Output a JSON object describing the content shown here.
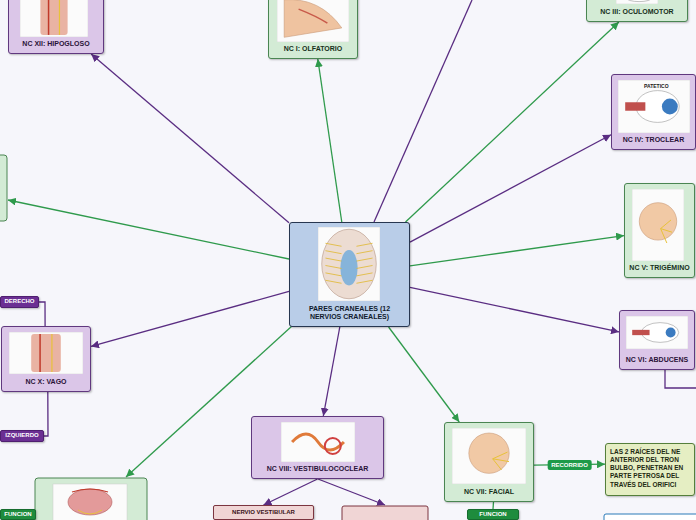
{
  "diagram": {
    "nodes": [
      {
        "text": [
          "NC XII: HIPOGLOSO"
        ]
      },
      {
        "text": [
          "NC I: OLFATORIO"
        ]
      },
      {
        "text": [
          "NC III: OCULOMOTOR"
        ]
      },
      {
        "text": [
          "NC IV: TROCLEAR"
        ]
      },
      {
        "text": [
          "NC V: TRIGÉMINO"
        ]
      },
      {
        "text": [
          "PARES CRANEALES (12 NERVIOS CRANEALES)"
        ]
      },
      {
        "text": [
          "DERECHO"
        ]
      },
      {
        "text": [
          "NC VI: ABDUCENS"
        ]
      },
      {
        "text": [
          "NC X: VAGO"
        ]
      },
      {
        "text": [
          "IZQUIERDO"
        ]
      },
      {
        "text": [
          "NC VIII: VESTIBULOCOCLEAR"
        ]
      },
      {
        "text": [
          "NC VII: FACIAL"
        ]
      },
      {
        "text": [
          "LAS 2 RAÍCES DEL NE ANTERIOR DEL TRON BULBO, PENETRAN EN PARTE PETROSA DEL TRAVÉS DEL ORIFICI"
        ]
      },
      {
        "text": [
          "FUNCION"
        ]
      },
      {
        "text": [
          "FUNCION"
        ]
      },
      {
        "text": [
          "NERVIO VESTIBULAR"
        ]
      }
    ],
    "edges": [
      {
        "from": 5,
        "to": 0,
        "arrow": "to"
      },
      {
        "from": 5,
        "to": 1,
        "arrow": "to"
      },
      {
        "from": 5,
        "to": 2,
        "arrow": "to"
      },
      {
        "from": 5,
        "to": 3,
        "arrow": "to"
      },
      {
        "from": 5,
        "to": 4,
        "arrow": "to"
      },
      {
        "from": 5,
        "to": 7,
        "arrow": "to"
      },
      {
        "from": 5,
        "to": 11,
        "arrow": "to"
      },
      {
        "from": 5,
        "to": 10,
        "arrow": "to"
      },
      {
        "from": 5,
        "to": 8,
        "arrow": "to"
      },
      {
        "from": 11,
        "to": 12,
        "label": "RECORRIDO",
        "arrow": "to"
      },
      {
        "from": 11,
        "to": 13,
        "arrow": "none"
      },
      {
        "from": 10,
        "to": 15,
        "arrow": "to"
      },
      {
        "from": 6,
        "to": 8,
        "arrow": "none"
      },
      {
        "from": 8,
        "to": 9,
        "arrow": "none"
      }
    ],
    "labels": [
      "PATETICO"
    ]
  }
}
